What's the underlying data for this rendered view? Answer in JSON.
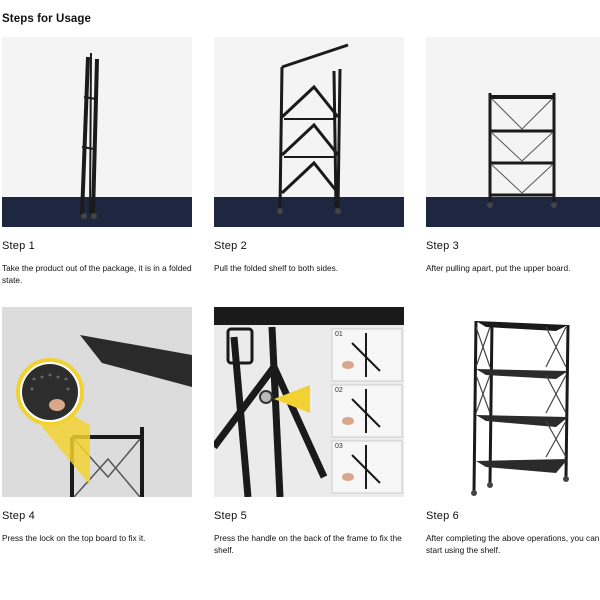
{
  "heading": "Steps for Usage",
  "steps": [
    {
      "title": "Step 1",
      "desc": "Take the product out of the package, it is in a folded state."
    },
    {
      "title": "Step 2",
      "desc": "Pull the folded shelf to both sides."
    },
    {
      "title": "Step 3",
      "desc": "After pulling apart, put the upper board."
    },
    {
      "title": "Step 4",
      "desc": "Press the lock on the top board to fix it."
    },
    {
      "title": "Step 5",
      "desc": "Press the handle on the back of the frame to fix the shelf."
    },
    {
      "title": "Step 6",
      "desc": "After completing the above operations, you can start using the shelf."
    }
  ],
  "step5_labels": [
    "01",
    "02",
    "03"
  ],
  "colors": {
    "metal": "#1a1a1a",
    "floor": "#1d2840",
    "backdrop": "#f3f3f3",
    "highlight": "#f2d233"
  }
}
